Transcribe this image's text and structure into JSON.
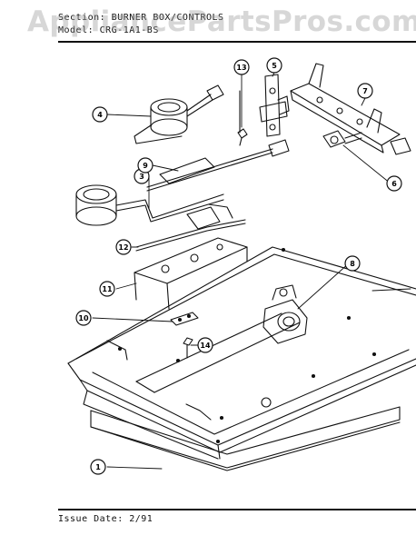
{
  "header": {
    "section_line": "Section: BURNER BOX/CONTROLS",
    "model_line": "Model: CRG-1A1-BS"
  },
  "watermark": "AppliancePartsPros.com",
  "callouts": [
    "1",
    "3",
    "4",
    "5",
    "6",
    "7",
    "8",
    "9",
    "10",
    "11",
    "12",
    "13",
    "14"
  ],
  "footer": {
    "issue_date": "Issue Date: 2/91"
  }
}
